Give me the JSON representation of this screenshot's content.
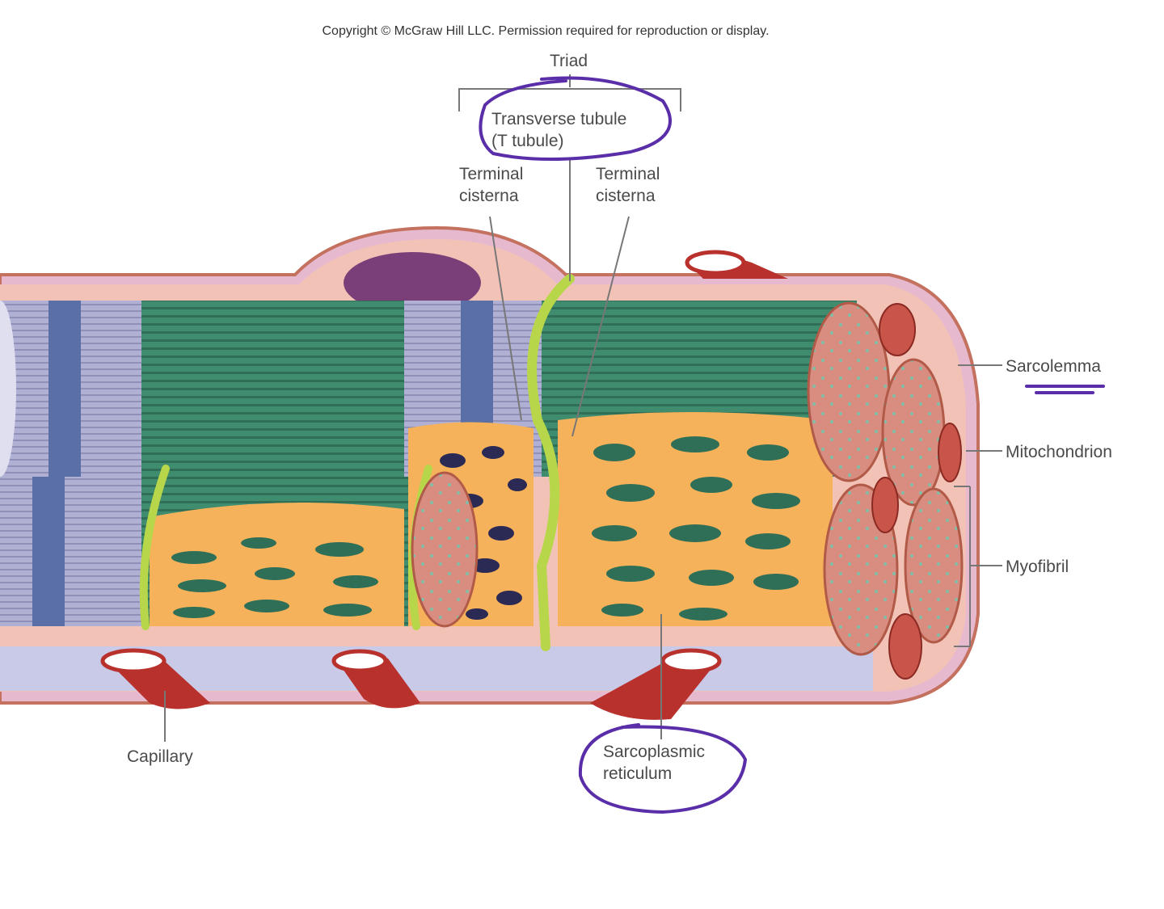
{
  "copyright": "Copyright © McGraw Hill LLC. Permission required for reproduction or display.",
  "labels": {
    "triad": "Triad",
    "t_tubule": "Transverse tubule\n(T tubule)",
    "terminal_cisterna_left": "Terminal\ncisterna",
    "terminal_cisterna_right": "Terminal\ncisterna",
    "sarcolemma": "Sarcolemma",
    "mitochondrion": "Mitochondrion",
    "myofibril": "Myofibril",
    "capillary": "Capillary",
    "sarcoplasmic_reticulum": "Sarcoplasmic\nreticulum"
  },
  "colors": {
    "sarcolemma": "#f3c2b6",
    "myofibril_green": "#3f8c6e",
    "band_lavender": "#a9a9cf",
    "sr_orange": "#f6b25a",
    "t_tubule": "#b8d64a",
    "capillary_red": "#b8312c",
    "annotation_ink": "#5a2ea8"
  }
}
